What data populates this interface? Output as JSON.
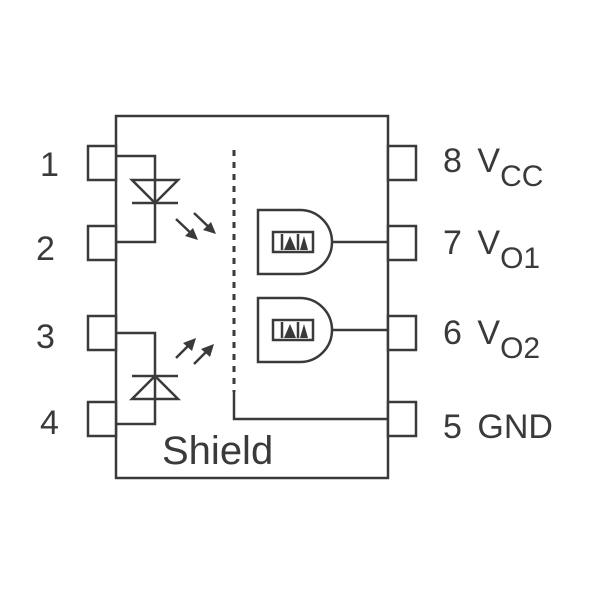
{
  "pins": [
    {
      "number": "1"
    },
    {
      "number": "2"
    },
    {
      "number": "3"
    },
    {
      "number": "4"
    },
    {
      "number": "5",
      "label": "GND"
    },
    {
      "number": "6",
      "label": "V",
      "label_sub": "O2"
    },
    {
      "number": "7",
      "label": "V",
      "label_sub": "O1"
    },
    {
      "number": "8",
      "label": "V",
      "label_sub": "CC"
    }
  ],
  "shield_label": "Shield",
  "colors": {
    "line": "#3a3a3a",
    "background": "#ffffff"
  },
  "icons": [
    "led-diode-icon",
    "light-emission-arrows-icon",
    "and-gate-icon"
  ]
}
